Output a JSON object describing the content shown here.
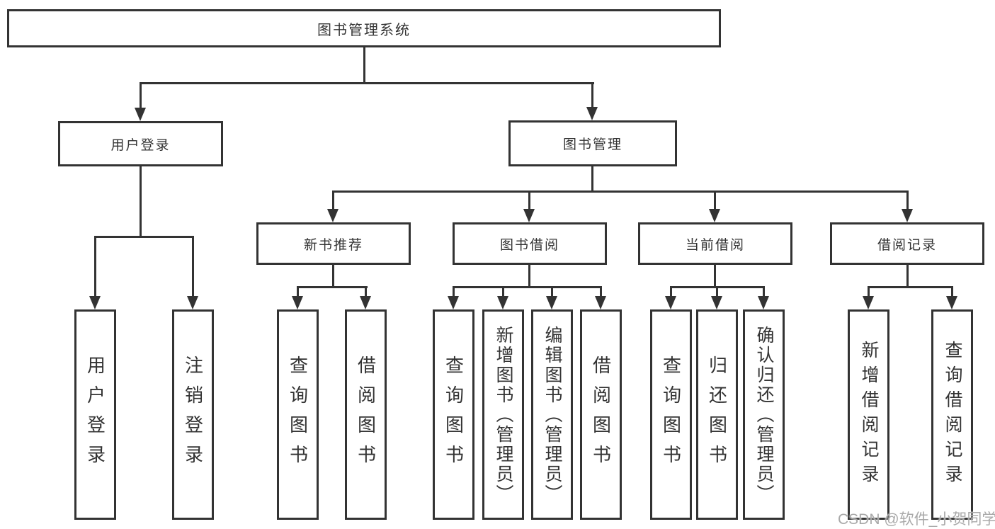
{
  "diagram": {
    "line_color": "#333333",
    "text_color": "#333333",
    "background": "#ffffff",
    "root": {
      "label": "图书管理系统"
    },
    "level2": [
      {
        "label": "用户登录"
      },
      {
        "label": "图书管理"
      }
    ],
    "level3": [
      {
        "label": "新书推荐"
      },
      {
        "label": "图书借阅"
      },
      {
        "label": "当前借阅"
      },
      {
        "label": "借阅记录"
      }
    ],
    "leaves": [
      {
        "label": "用户登录",
        "parent": "用户登录"
      },
      {
        "label": "注销登录",
        "parent": "用户登录"
      },
      {
        "label": "查询图书",
        "parent": "新书推荐"
      },
      {
        "label": "借阅图书",
        "parent": "新书推荐"
      },
      {
        "label": "查询图书",
        "parent": "图书借阅"
      },
      {
        "label": "新增图书（管理员）",
        "parent": "图书借阅"
      },
      {
        "label": "编辑图书（管理员）",
        "parent": "图书借阅"
      },
      {
        "label": "借阅图书",
        "parent": "图书借阅"
      },
      {
        "label": "查询图书",
        "parent": "当前借阅"
      },
      {
        "label": "归还图书",
        "parent": "当前借阅"
      },
      {
        "label": "确认归还（管理员）",
        "parent": "当前借阅"
      },
      {
        "label": "新增借阅记录",
        "parent": "借阅记录"
      },
      {
        "label": "查询借阅记录",
        "parent": "借阅记录"
      }
    ]
  },
  "watermark": {
    "text": "CSDN @软件_小贺同学"
  }
}
